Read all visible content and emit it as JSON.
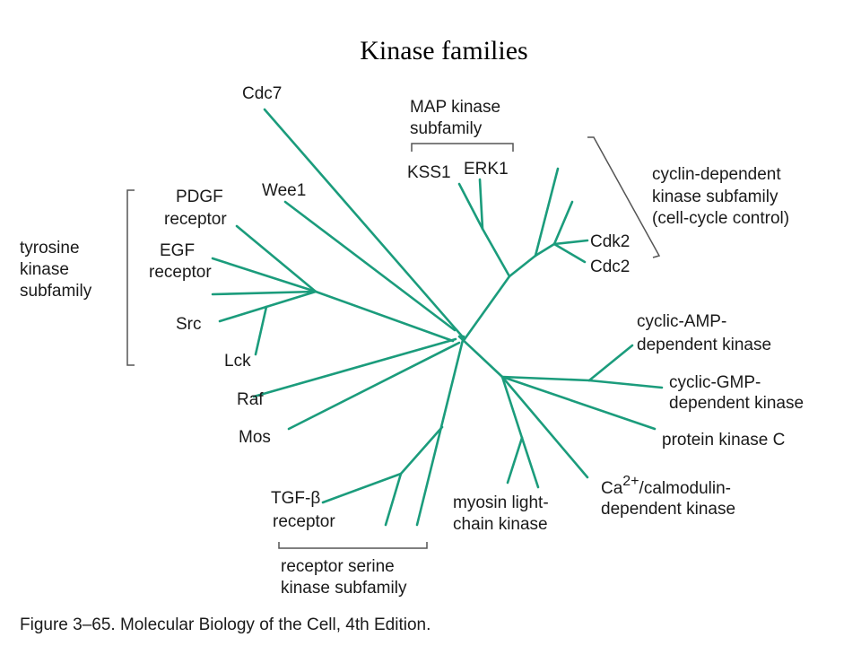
{
  "title": "Kinase families",
  "colors": {
    "branch": "#1b9c7c",
    "text": "#1a1a1a",
    "bracket": "#555555"
  },
  "leaves": {
    "cdc7": "Cdc7",
    "wee1": "Wee1",
    "pdgf_1": "PDGF",
    "pdgf_2": "receptor",
    "egf_1": "EGF",
    "egf_2": "receptor",
    "src": "Src",
    "lck": "Lck",
    "raf": "Raf",
    "mos": "Mos",
    "tgf_1": "TGF-β",
    "tgf_2": "receptor",
    "myosin_1": "myosin light-",
    "myosin_2": "chain kinase",
    "ca_prefix": "Ca",
    "ca_sup": "2+",
    "ca_suffix": "/calmodulin-",
    "ca_2": "dependent kinase",
    "pkc": "protein kinase C",
    "cgmp_1": "cyclic-GMP-",
    "cgmp_2": "dependent kinase",
    "camp_1": "cyclic-AMP-",
    "camp_2": "dependent kinase",
    "cdk2": "Cdk2",
    "cdc2": "Cdc2",
    "kss1": "KSS1",
    "erk1": "ERK1"
  },
  "groups": {
    "map_1": "MAP kinase",
    "map_2": "subfamily",
    "cyclin_1": "cyclin-dependent",
    "cyclin_2": "kinase subfamily",
    "cyclin_3": "(cell-cycle control)",
    "tyrosine_1": "tyrosine",
    "tyrosine_2": "kinase",
    "tyrosine_3": "subfamily",
    "serine_1": "receptor serine",
    "serine_2": "kinase subfamily"
  },
  "caption": "Figure 3–65. Molecular Biology of the Cell, 4th Edition."
}
